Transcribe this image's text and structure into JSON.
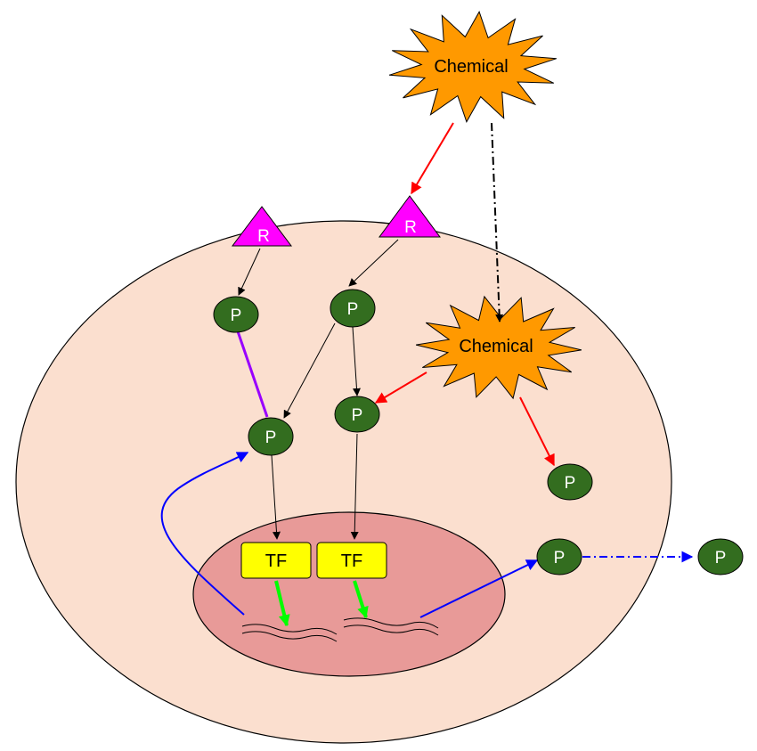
{
  "labels": {
    "chemical_outside": "Chemical",
    "chemical_inside": "Chemical",
    "receptor_left": "R",
    "receptor_right": "R",
    "protein": "P",
    "tf_left": "TF",
    "tf_right": "TF"
  },
  "colors": {
    "cell": "#fbdfcf",
    "nucleus": "#e89a98",
    "protein": "#336d1f",
    "receptor": "#ff00ff",
    "chemical": "#ff9900",
    "tf": "#ffff00",
    "arrow_red": "#ff0000",
    "arrow_blue": "#0000ff",
    "arrow_green": "#00ff00",
    "line_purple": "#9900ff",
    "arrow_black": "#000000"
  }
}
